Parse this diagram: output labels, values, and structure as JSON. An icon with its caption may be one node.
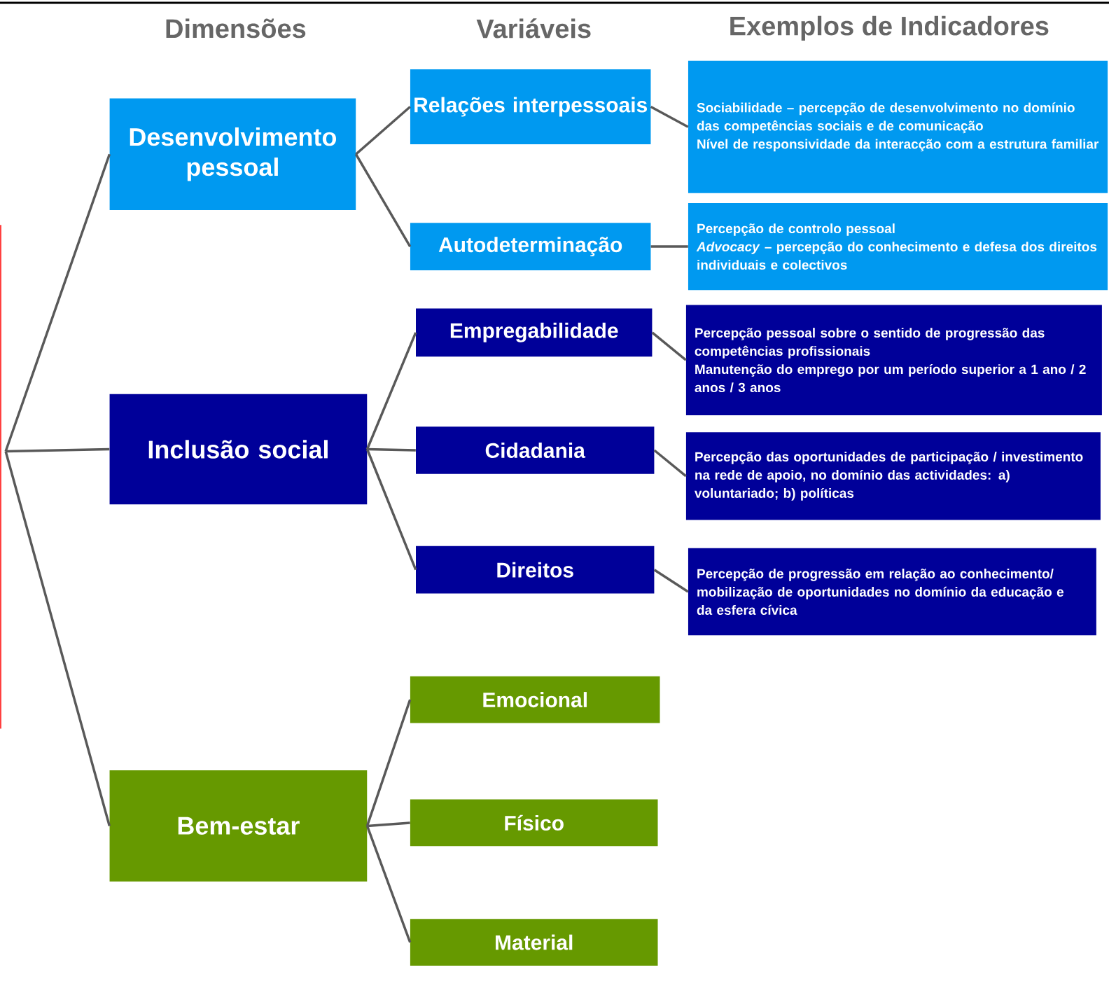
{
  "diagram": {
    "nodes": [
      {
        "text": [
          "Desenvolvimento pessoal"
        ]
      },
      {
        "text": [
          "Inclusão social"
        ]
      },
      {
        "text": [
          "Bem-estar"
        ]
      },
      {
        "text": [
          "Relações interpessoais"
        ]
      },
      {
        "text": [
          "Autodeterminação"
        ]
      },
      {
        "text": [
          "Empregabilidade"
        ]
      },
      {
        "text": [
          "Cidadania"
        ]
      },
      {
        "text": [
          "Direitos"
        ]
      },
      {
        "text": [
          "Emocional"
        ]
      },
      {
        "text": [
          "Físico"
        ]
      },
      {
        "text": [
          "Material"
        ]
      },
      {
        "text": [
          "Sociabilidade – percepção de desenvolvimento no domínio das competências sociais e de comunicação",
          "Nível de responsividade da interacção com a estrutura familiar"
        ]
      },
      {
        "text": [
          "Percepção de controlo pessoal",
          "*Advocacy* – percepção do conhecimento e defesa dos direitos individuais e colectivos"
        ]
      },
      {
        "text": [
          "Percepção pessoal sobre o sentido de progressão das competências profissionais",
          "Manutenção do emprego por um período superior a 1 ano / 2 anos / 3 anos"
        ]
      },
      {
        "text": [
          "Percepção das oportunidades de participação / investimento na rede de apoio, no domínio das actividades: a) voluntariado; b) políticas"
        ]
      },
      {
        "text": [
          "Percepção de progressão em relação ao conhecimento/ mobilização de oportunidades no domínio da educação e da esfera cívica"
        ]
      }
    ],
    "edges": [
      {
        "from": null,
        "to": 0,
        "arrow": "none"
      },
      {
        "from": null,
        "to": 1,
        "arrow": "none"
      },
      {
        "from": null,
        "to": 2,
        "arrow": "none"
      },
      {
        "from": 0,
        "to": 3,
        "arrow": "none"
      },
      {
        "from": 0,
        "to": 4,
        "arrow": "none"
      },
      {
        "from": 1,
        "to": 5,
        "arrow": "none"
      },
      {
        "from": 1,
        "to": 6,
        "arrow": "none"
      },
      {
        "from": 1,
        "to": 7,
        "arrow": "none"
      },
      {
        "from": 2,
        "to": 8,
        "arrow": "none"
      },
      {
        "from": 2,
        "to": 9,
        "arrow": "none"
      },
      {
        "from": 2,
        "to": 10,
        "arrow": "none"
      },
      {
        "from": 3,
        "to": 11,
        "arrow": "none"
      },
      {
        "from": 4,
        "to": 12,
        "arrow": "none"
      },
      {
        "from": 5,
        "to": 13,
        "arrow": "none"
      },
      {
        "from": 6,
        "to": 14,
        "arrow": "none"
      },
      {
        "from": 7,
        "to": 15,
        "arrow": "none"
      }
    ],
    "labels": [
      "Dimensões",
      "Variáveis",
      "Exemplos de Indicadores"
    ]
  }
}
